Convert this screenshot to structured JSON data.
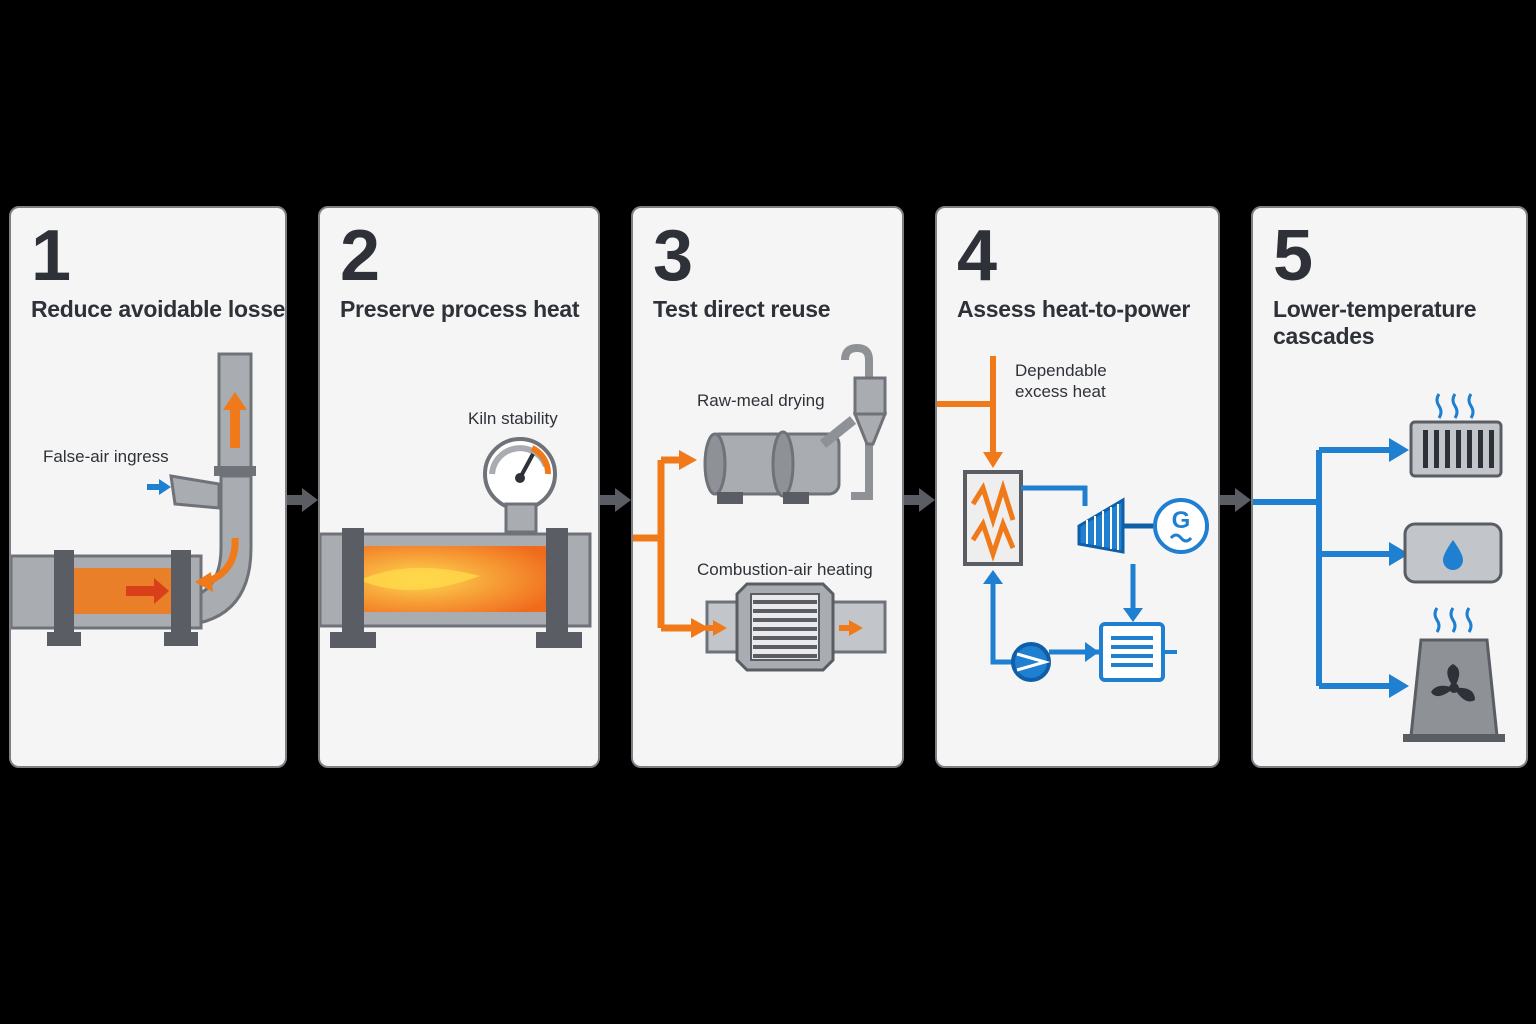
{
  "steps": [
    {
      "number": "1",
      "title": "Reduce avoidable losses",
      "labels": [
        "False-air ingress"
      ]
    },
    {
      "number": "2",
      "title": "Preserve process heat",
      "labels": [
        "Kiln stability"
      ]
    },
    {
      "number": "3",
      "title": "Test direct reuse",
      "labels": [
        "Raw-meal drying",
        "Combustion-air heating"
      ]
    },
    {
      "number": "4",
      "title": "Assess heat-to-power",
      "labels": [
        "Dependable",
        "excess heat"
      ],
      "generator_letter": "G"
    },
    {
      "number": "5",
      "title_lines": [
        "Lower-temperature",
        "cascades"
      ]
    }
  ],
  "colors": {
    "orange": "#f07a1a",
    "blue": "#1f7fd1",
    "dark": "#2e3238",
    "gray": "#a9acb1",
    "panel": "#f5f5f6"
  }
}
